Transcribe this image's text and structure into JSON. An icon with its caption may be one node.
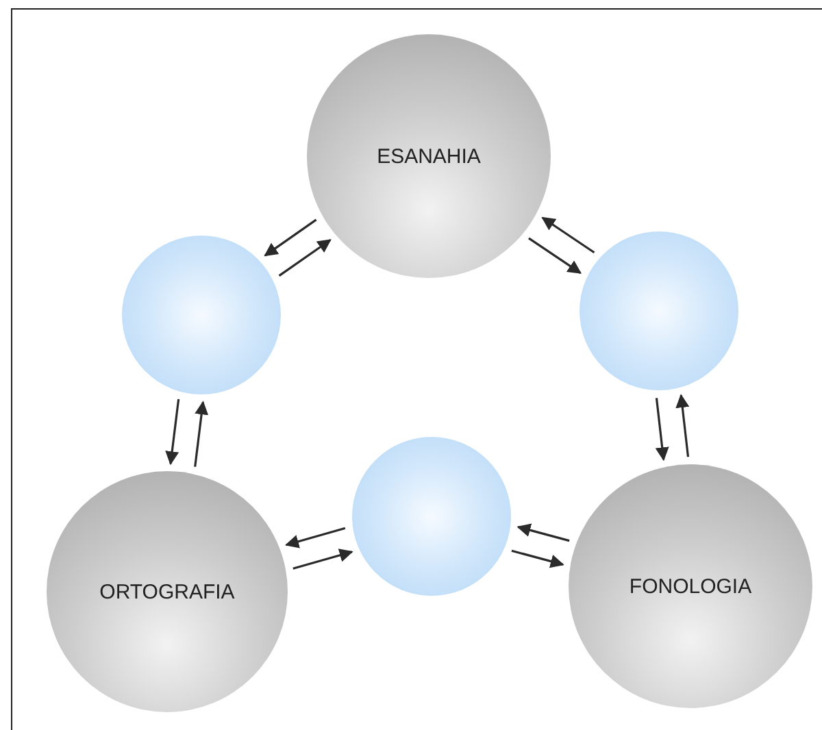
{
  "diagram": {
    "nodes": [
      {
        "text": [
          "ESANAHIA"
        ]
      },
      {
        "text": [],
        "shape": "circle"
      },
      {
        "text": [],
        "shape": "circle"
      },
      {
        "text": [],
        "shape": "circle"
      },
      {
        "text": [
          "ORTOGRAFIA"
        ]
      },
      {
        "text": [
          "FONOLOGIA"
        ]
      }
    ],
    "edges": [
      {
        "from": 0,
        "to": 1,
        "arrow": "to"
      },
      {
        "from": 1,
        "to": 0,
        "arrow": "to"
      },
      {
        "from": 2,
        "to": 0,
        "arrow": "to"
      },
      {
        "from": 0,
        "to": 2,
        "arrow": "to"
      },
      {
        "from": 5,
        "to": 2,
        "arrow": "to"
      },
      {
        "from": 2,
        "to": 5,
        "arrow": "to"
      },
      {
        "from": 3,
        "to": 5,
        "arrow": "to"
      },
      {
        "from": 5,
        "to": 3,
        "arrow": "to"
      },
      {
        "from": 4,
        "to": 3,
        "arrow": "to"
      },
      {
        "from": 3,
        "to": 4,
        "arrow": "to"
      },
      {
        "from": 1,
        "to": 4,
        "arrow": "to"
      },
      {
        "from": 4,
        "to": 1,
        "arrow": "to"
      }
    ]
  }
}
